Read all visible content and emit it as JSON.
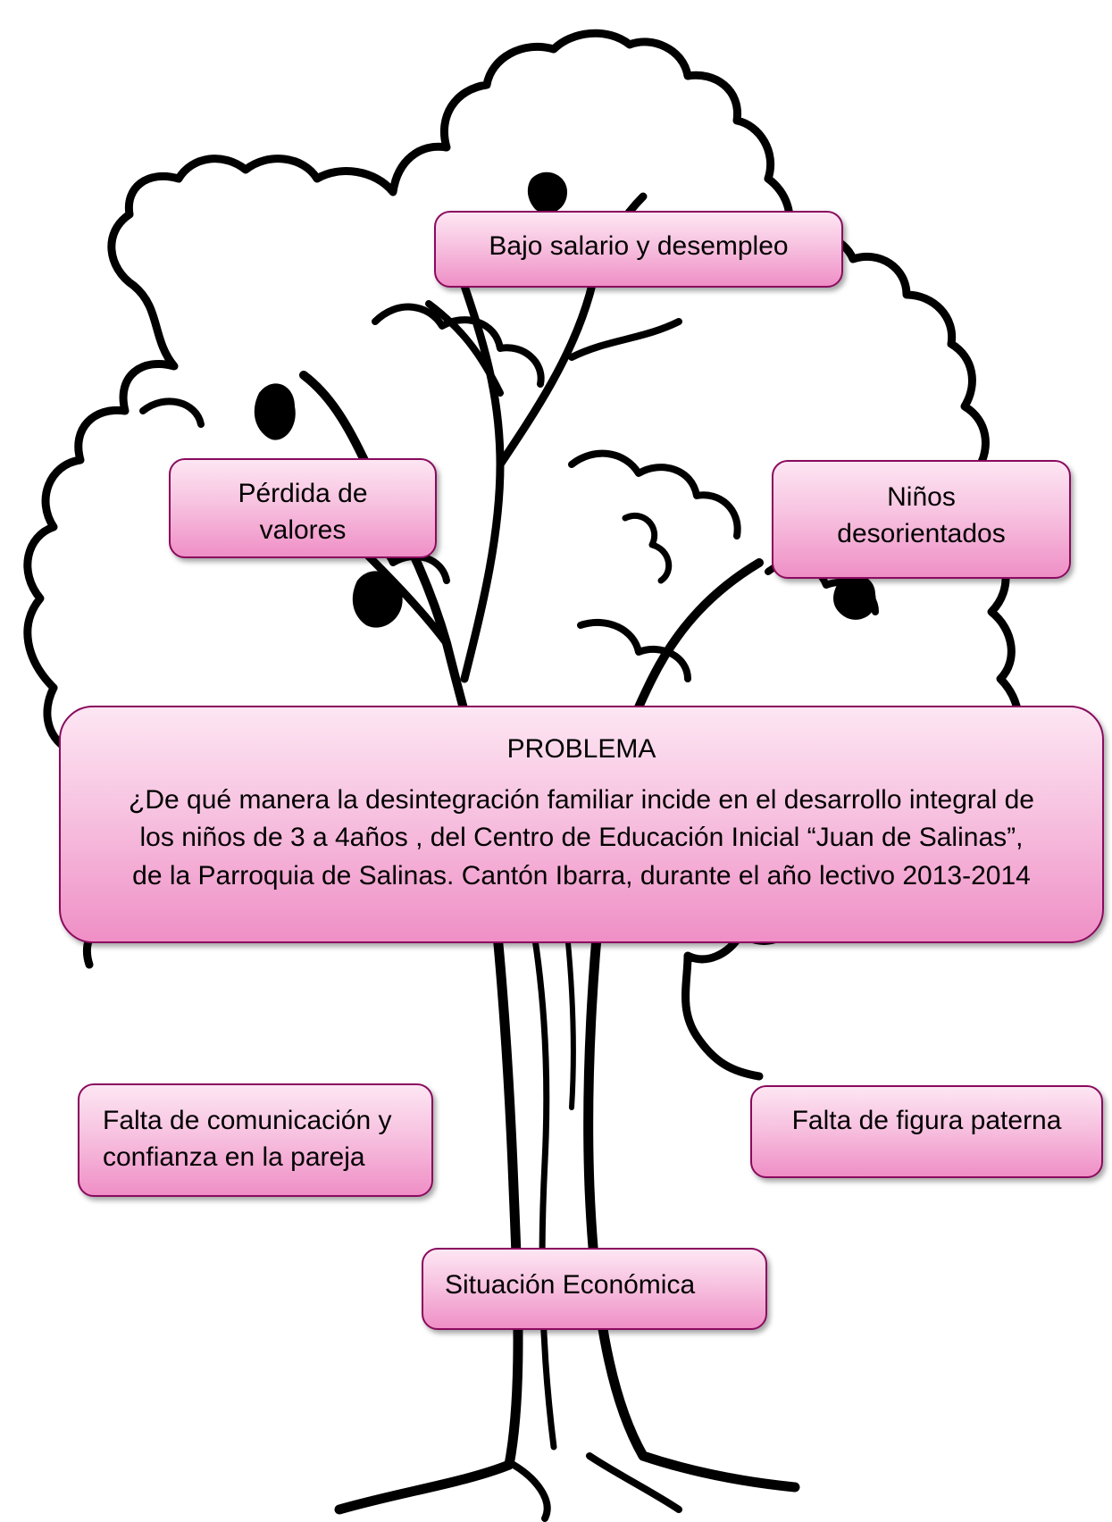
{
  "boxes": {
    "bajo_salario": {
      "text": "Bajo salario y desempleo"
    },
    "perdida_valores": {
      "line1": "Pérdida de",
      "line2": "valores"
    },
    "ninos_desorientados": {
      "line1": "Niños",
      "line2": "desorientados"
    },
    "problema": {
      "title": "PROBLEMA",
      "line1": "¿De qué manera la desintegración familiar incide en el desarrollo integral de",
      "line2": "los niños de 3 a 4años , del Centro de Educación Inicial “Juan de Salinas”,",
      "line3": "de la Parroquia de Salinas. Cantón Ibarra, durante el año lectivo 2013-2014"
    },
    "falta_comunicacion": {
      "line1": "Falta de comunicación y",
      "line2": "confianza en la pareja"
    },
    "falta_figura": {
      "text": "Falta de figura paterna"
    },
    "situacion_economica": {
      "text": "Situación Económica"
    }
  },
  "colors": {
    "box_border": "#8a0a5e",
    "box_fill_top": "#fde6f3",
    "box_fill_bottom": "#ef8fc6",
    "tree_ink": "#000000"
  }
}
